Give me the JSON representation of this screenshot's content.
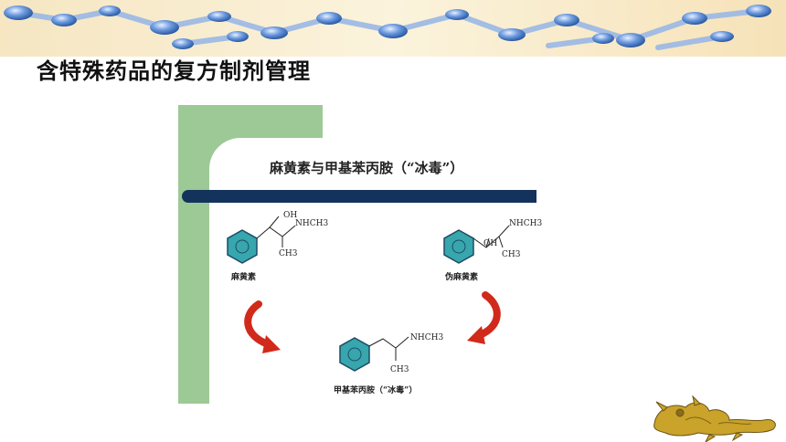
{
  "slide": {
    "title": "含特殊药品的复方制剂管理"
  },
  "figure": {
    "title": "麻黄素与甲基苯丙胺（“冰毒”）",
    "molecules": [
      {
        "name": "麻黄素",
        "labels": [
          "OH",
          "NHCH3",
          "CH3"
        ]
      },
      {
        "name": "伪麻黄素",
        "labels": [
          "NHCH3",
          "OH",
          "CH3"
        ]
      },
      {
        "name": "甲基苯丙胺（“冰毒”）",
        "labels": [
          "NHCH3",
          "CH3"
        ]
      }
    ]
  },
  "colors": {
    "accent_green": "#9cc995",
    "bar_navy": "#13335c",
    "ring_teal": "#37a6ad",
    "arrow_red": "#d12a1a",
    "banner_blue": "#5f8fd0",
    "logo_gold": "#c9a32a"
  },
  "icons": [
    "molecule-banner",
    "reaction-arrow-icon",
    "dragon-logo-icon"
  ]
}
